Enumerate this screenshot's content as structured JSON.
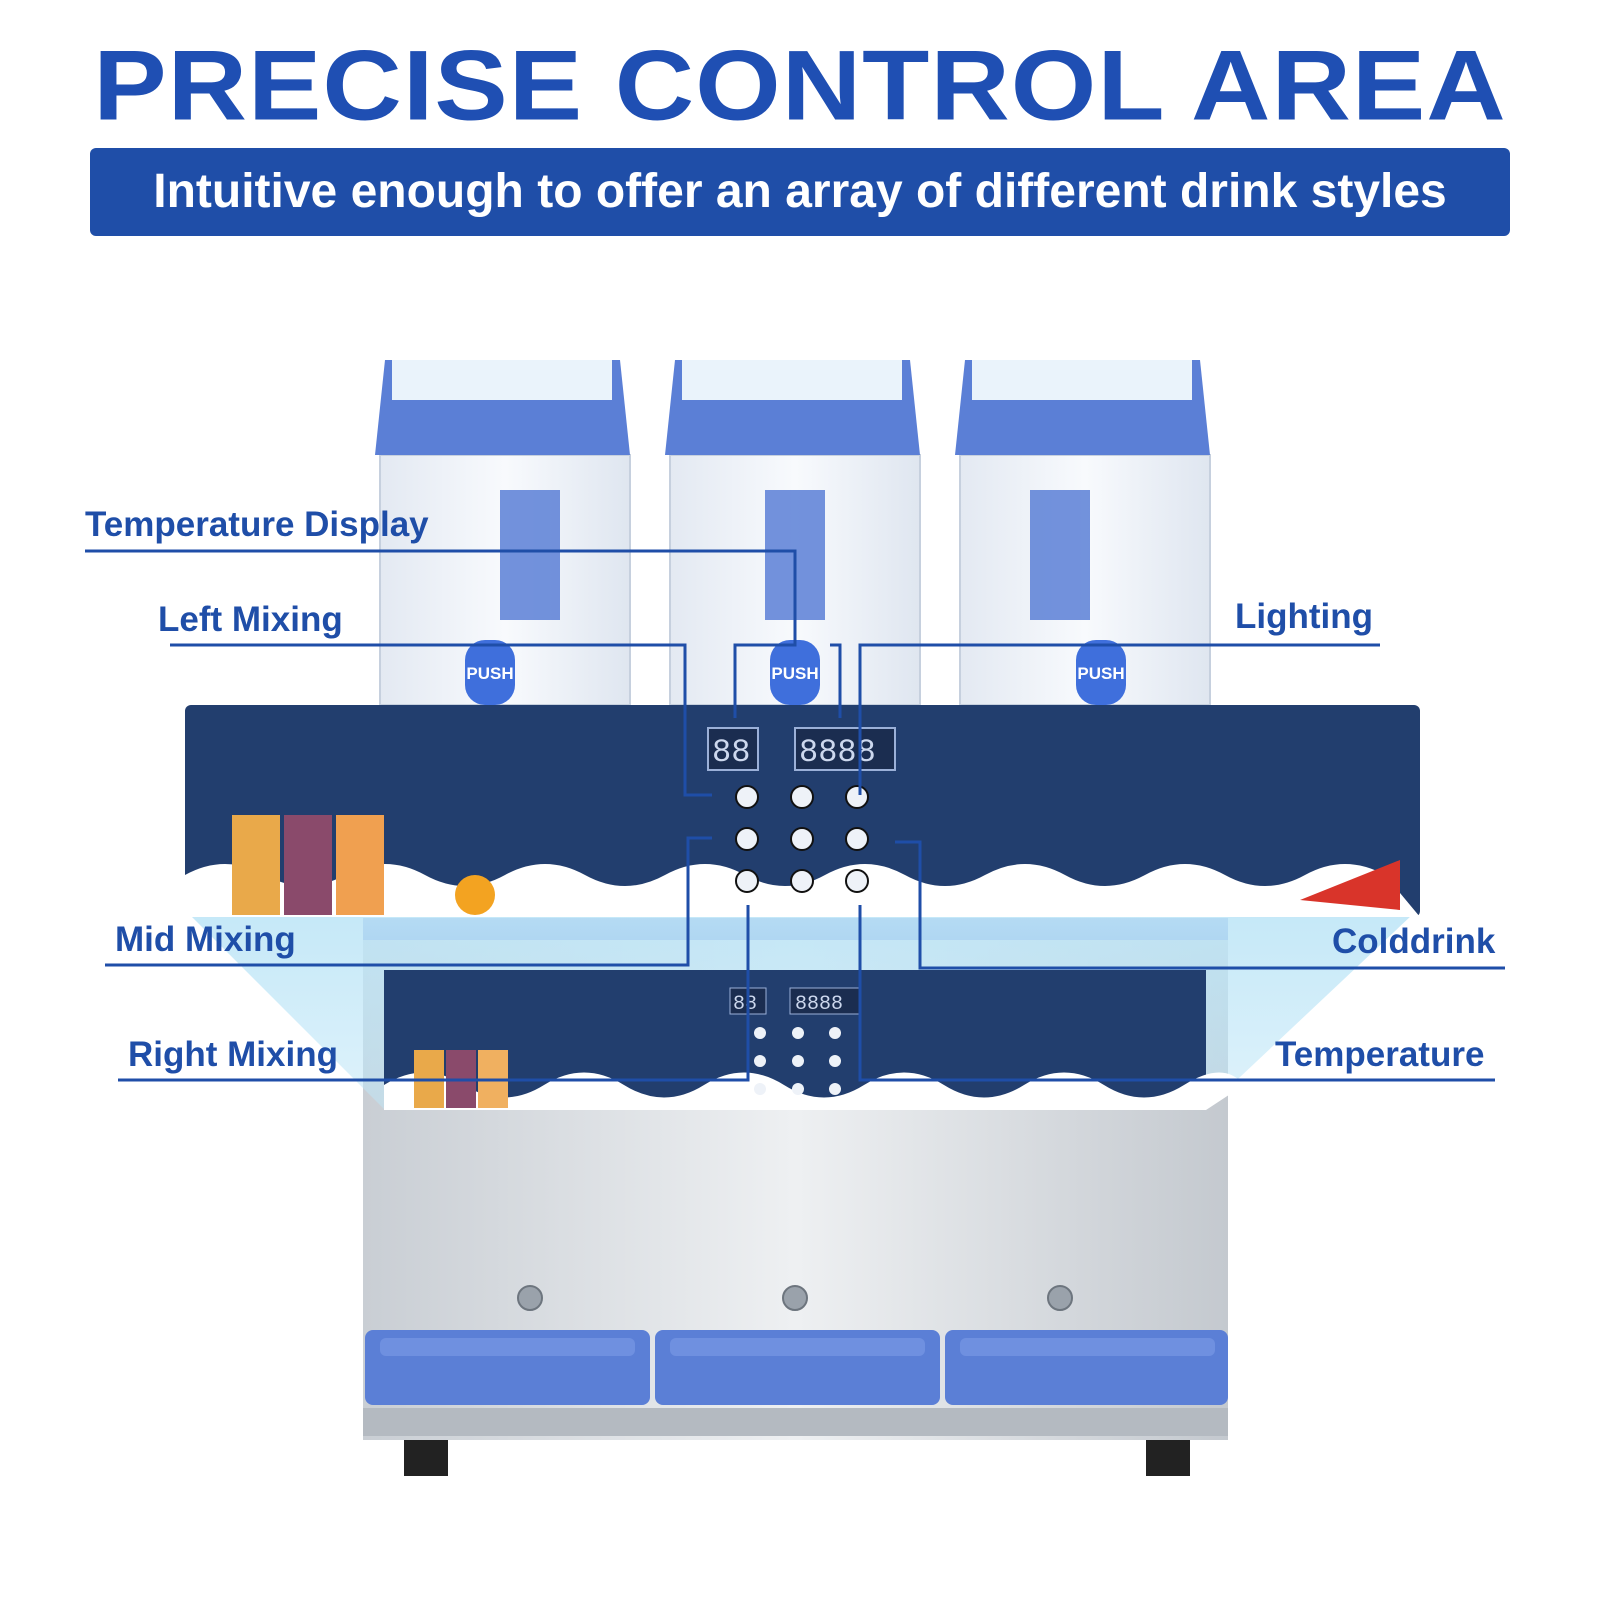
{
  "header": {
    "title": "PRECISE CONTROL AREA",
    "subtitle": "Intuitive enough to offer an array of different drink styles"
  },
  "callouts": {
    "temperature_display": "Temperature Display",
    "left_mixing": "Left Mixing",
    "mid_mixing": "Mid Mixing",
    "right_mixing": "Right Mixing",
    "lighting": "Lighting",
    "colddrink": "Colddrink",
    "temperature": "Temperature"
  },
  "machine": {
    "push_labels": [
      "PUSH",
      "PUSH",
      "PUSH"
    ],
    "display_small": "88",
    "display_large": "8888",
    "panel_small_display": "88",
    "panel_large_display": "8888"
  },
  "colors": {
    "brand_blue": "#1f4ea8",
    "tank_blue": "#5b7fd6",
    "panel_navy": "#223e6e",
    "steel": "#d7dbe0"
  }
}
